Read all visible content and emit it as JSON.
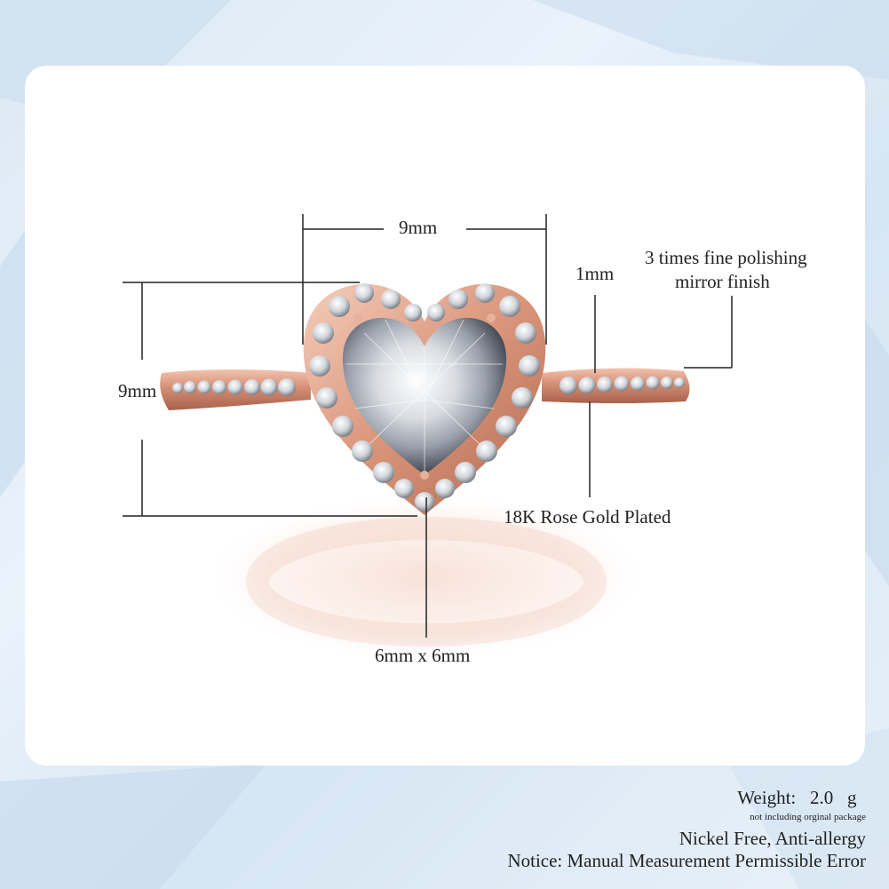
{
  "annotations": {
    "width_top": "9mm",
    "height_left": "9mm",
    "band_width": "1mm",
    "finish_line1": "3 times fine polishing",
    "finish_line2": "mirror finish",
    "plating": "18K Rose Gold Plated",
    "stone_size": "6mm x 6mm"
  },
  "footer": {
    "weight_label": "Weight:",
    "weight_value": "2.0",
    "weight_unit": "g",
    "weight_note": "not including orginal package",
    "feature": "Nickel Free, Anti-allergy",
    "notice": "Notice: Manual Measurement Permissible Error"
  },
  "colors": {
    "rose_gold": "#d9987f",
    "rose_gold_dark": "#a8624c",
    "background": "#dce9f5",
    "card": "#ffffff",
    "line": "#222222"
  },
  "icons": {
    "product": "heart-halo-ring-image"
  }
}
